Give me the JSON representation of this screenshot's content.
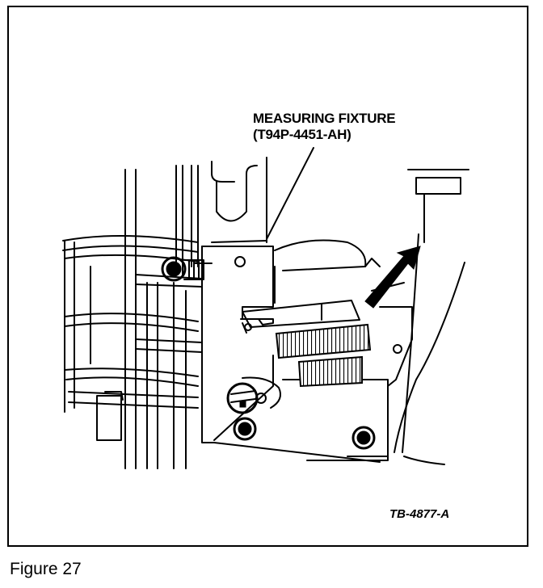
{
  "figure": {
    "label_name": "MEASURING FIXTURE",
    "label_part": "(T94P-4451-AH)",
    "reference_code": "TB-4877-A",
    "caption": "Figure 27"
  },
  "colors": {
    "ink": "#000000",
    "paper": "#ffffff"
  }
}
